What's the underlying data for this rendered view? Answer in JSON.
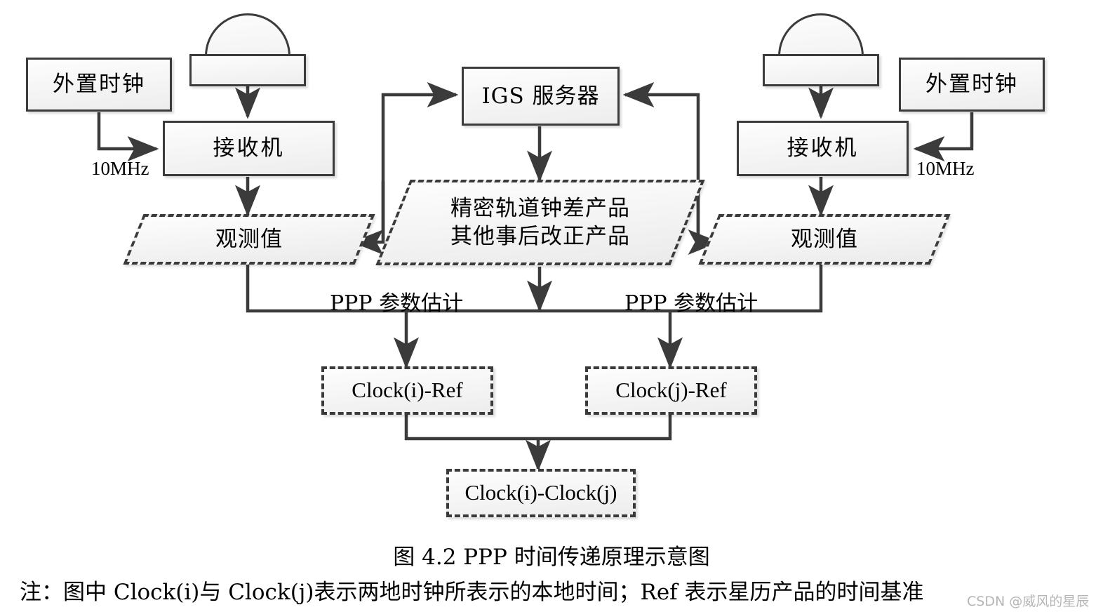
{
  "figure": {
    "caption": "图 4.2   PPP 时间传递原理示意图",
    "note": "注：图中 Clock(i)与 Clock(j)表示两地时钟所表示的本地时间；Ref 表示星历产品的时间基准",
    "watermark": "CSDN @威风的星辰"
  },
  "colors": {
    "stroke": "#3b3b3b",
    "fill_light": "#fdfdfd",
    "fill_dark": "#ebebeb",
    "background": "#ffffff",
    "text": "#000000"
  },
  "nodes": {
    "left_external_clock": {
      "label": "外置时钟",
      "shape": "rectangle",
      "border": "solid"
    },
    "left_antenna": {
      "label": "",
      "shape": "antenna",
      "border": "solid"
    },
    "left_receiver": {
      "label": "接收机",
      "shape": "rectangle",
      "border": "solid"
    },
    "left_observation": {
      "label": "观测值",
      "shape": "parallelogram",
      "border": "dashed"
    },
    "igs_server": {
      "label": "IGS 服务器",
      "shape": "rectangle",
      "border": "solid"
    },
    "products": {
      "line1": "精密轨道钟差产品",
      "line2": "其他事后改正产品",
      "shape": "parallelogram",
      "border": "dashed"
    },
    "right_external_clock": {
      "label": "外置时钟",
      "shape": "rectangle",
      "border": "solid"
    },
    "right_antenna": {
      "label": "",
      "shape": "antenna",
      "border": "solid"
    },
    "right_receiver": {
      "label": "接收机",
      "shape": "rectangle",
      "border": "solid"
    },
    "right_observation": {
      "label": "观测值",
      "shape": "parallelogram",
      "border": "dashed"
    },
    "clock_i_ref": {
      "label": "Clock(i)-Ref",
      "shape": "rectangle",
      "border": "dashed"
    },
    "clock_j_ref": {
      "label": "Clock(j)-Ref",
      "shape": "rectangle",
      "border": "dashed"
    },
    "clock_diff": {
      "label": "Clock(i)-Clock(j)",
      "shape": "rectangle",
      "border": "dashed"
    }
  },
  "edge_labels": {
    "left_10mhz": "10MHz",
    "right_10mhz": "10MHz",
    "left_ppp": "PPP 参数估计",
    "right_ppp": "PPP 参数估计"
  }
}
